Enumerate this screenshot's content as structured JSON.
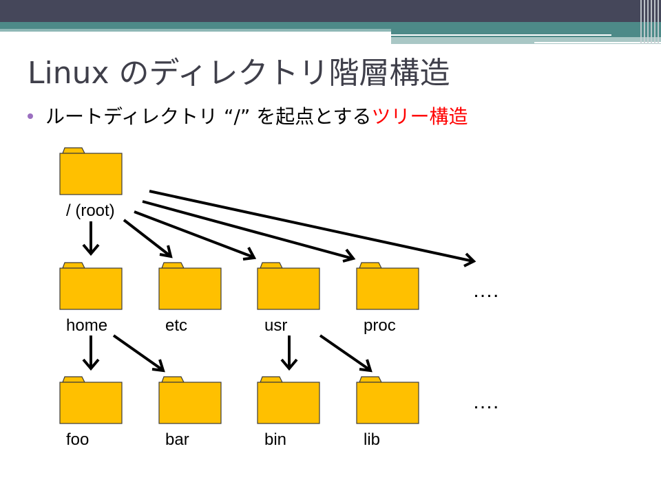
{
  "slide": {
    "title": "Linux のディレクトリ階層構造",
    "bullet": {
      "text_plain": "ルートディレクトリ “/” を起点とする",
      "text_highlight": "ツリー構造"
    }
  },
  "colors": {
    "folder_fill": "#ffc000",
    "folder_stroke": "#3b3b3b",
    "title_color": "#3f3f4a",
    "highlight": "#ff0000",
    "bullet_dot": "#9b6fc0",
    "header_dark": "#45475a",
    "header_teal": "#4d8a88"
  },
  "tree": {
    "root": {
      "label": "/ (root)"
    },
    "level1": [
      {
        "label": "home"
      },
      {
        "label": "etc"
      },
      {
        "label": "usr"
      },
      {
        "label": "proc"
      }
    ],
    "level2": [
      {
        "label": "foo",
        "parent": "home"
      },
      {
        "label": "bar",
        "parent": "home"
      },
      {
        "label": "bin",
        "parent": "usr"
      },
      {
        "label": "lib",
        "parent": "usr"
      }
    ],
    "more_level1": "….",
    "more_level2": "…."
  }
}
